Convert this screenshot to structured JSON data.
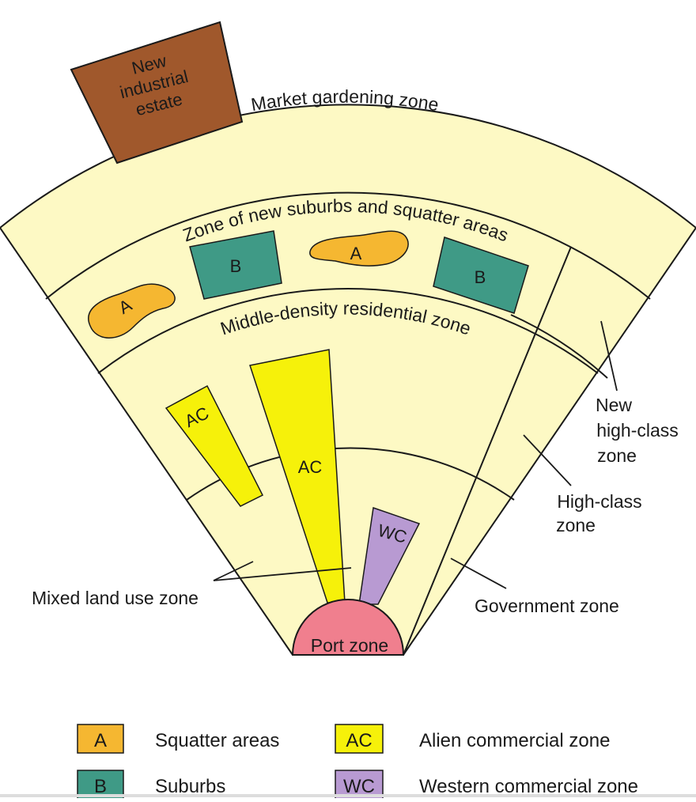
{
  "diagram": {
    "industrial": [
      "New",
      "industrial",
      "estate"
    ],
    "market_gardening": "Market gardening zone",
    "suburbs_zone": "Zone of new suburbs and squatter areas",
    "middle_density": "Middle-density residential zone",
    "mixed_land_use": "Mixed land use zone",
    "government": "Government zone",
    "high_class": [
      "High-class",
      "zone"
    ],
    "new_high_class": [
      "New",
      "high-class",
      "zone"
    ],
    "port": "Port zone",
    "box_a": "A",
    "box_b": "B",
    "box_ac": "AC",
    "box_wc": "WC"
  },
  "legend": [
    {
      "code": "A",
      "label": "Squatter areas",
      "color": "#f5b731"
    },
    {
      "code": "B",
      "label": "Suburbs",
      "color": "#3f9a86"
    },
    {
      "code": "AC",
      "label": "Alien commercial zone",
      "color": "#f6f10a"
    },
    {
      "code": "WC",
      "label": "Western commercial zone",
      "color": "#b89ad2"
    }
  ],
  "colors": {
    "fan": "#fdf9c4",
    "industrial": "#a0582c",
    "squatter": "#f5b731",
    "suburbs": "#3f9a86",
    "alien_commercial": "#f6f10a",
    "western_commercial": "#b89ad2",
    "port": "#f07f8e"
  }
}
